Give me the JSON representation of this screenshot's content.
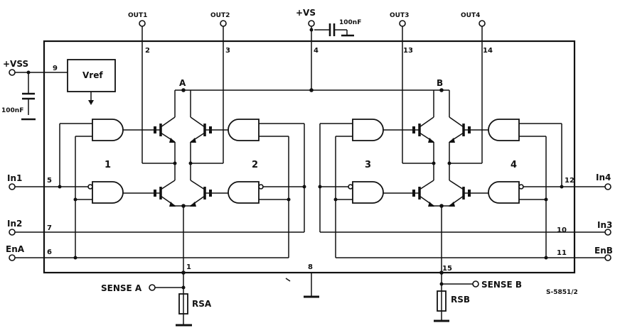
{
  "title": "",
  "reference": "S-5851/2",
  "supply": {
    "vs": "+VS",
    "vss": "+VSS",
    "vref": "Vref",
    "cap_vs": "100nF",
    "cap_vss": "100nF"
  },
  "outputs": [
    "OUT1",
    "OUT2",
    "OUT3",
    "OUT4"
  ],
  "inputs": {
    "in1": "In1",
    "in2": "In2",
    "in3": "In3",
    "in4": "In4"
  },
  "enables": {
    "ena": "EnA",
    "enb": "EnB"
  },
  "sense": {
    "a": "SENSE A",
    "b": "SENSE B"
  },
  "resistors": {
    "a": "RSA",
    "b": "RSB"
  },
  "nodes": {
    "a": "A",
    "b": "B"
  },
  "gates": [
    "1",
    "2",
    "3",
    "4"
  ],
  "pins": {
    "p1": "1",
    "p2": "2",
    "p3": "3",
    "p4": "4",
    "p5": "5",
    "p6": "6",
    "p7": "7",
    "p8": "8",
    "p9": "9",
    "p10": "10",
    "p11": "11",
    "p12": "12",
    "p13": "13",
    "p14": "14",
    "p15": "15"
  }
}
